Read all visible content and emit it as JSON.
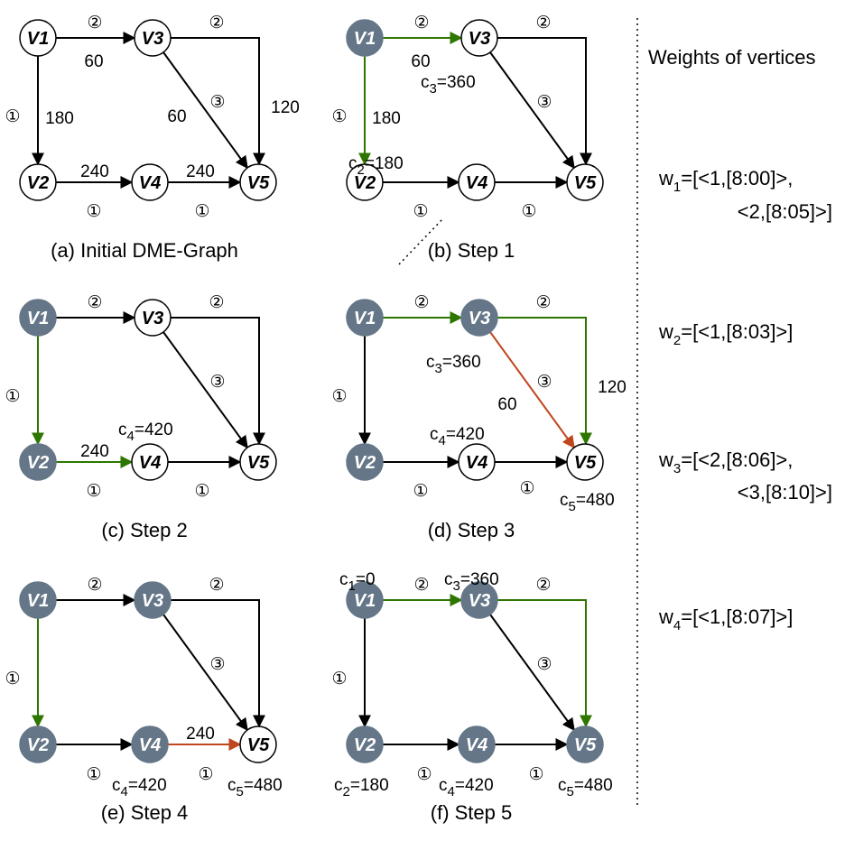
{
  "weights_title": "Weights of vertices",
  "weights": [
    {
      "w": "w",
      "sub": "1",
      "line1": "=[<1,[8:00]>,",
      "line2": "<2,[8:05]>]"
    },
    {
      "w": "w",
      "sub": "2",
      "line1": "=[<1,[8:03]>]",
      "line2": ""
    },
    {
      "w": "w",
      "sub": "3",
      "line1": "=[<2,[8:06]>,",
      "line2": "<3,[8:10]>]"
    },
    {
      "w": "w",
      "sub": "4",
      "line1": "=[<1,[8:07]>]",
      "line2": ""
    }
  ],
  "colors": {
    "visited": "#647687",
    "green": "#2d7600",
    "red": "#c0461c",
    "black": "#000000",
    "white": "#ffffff"
  },
  "panels": [
    {
      "id": "a",
      "caption": "(a) Initial DME-Graph",
      "visited": [],
      "edge_colors": {
        "v1v3": "black",
        "v1v2": "black",
        "v3v5": "black",
        "v3v5top": "black",
        "v2v4": "black",
        "v4v5": "black"
      },
      "labels": [
        {
          "id": "e13-circle",
          "text": "②",
          "anchor": "v1v3-above"
        },
        {
          "id": "e13-weight",
          "text": "60",
          "anchor": "v1v3-below"
        },
        {
          "id": "e12-circle",
          "text": "①",
          "anchor": "v1v2-left"
        },
        {
          "id": "e12-weight",
          "text": "180",
          "anchor": "v1v2-right"
        },
        {
          "id": "e35top-circle",
          "text": "②",
          "anchor": "top-above"
        },
        {
          "id": "e35top-weight",
          "text": "120",
          "anchor": "top-right"
        },
        {
          "id": "e35diag-circle",
          "text": "③",
          "anchor": "diag-right"
        },
        {
          "id": "e35diag-weight",
          "text": "60",
          "anchor": "diag-left"
        },
        {
          "id": "e24-weight",
          "text": "240",
          "anchor": "v2v4-above"
        },
        {
          "id": "e24-circle",
          "text": "①",
          "anchor": "v2v4-below"
        },
        {
          "id": "e45-weight",
          "text": "240",
          "anchor": "v4v5-above"
        },
        {
          "id": "e45-circle",
          "text": "①",
          "anchor": "v4v5-below"
        }
      ]
    },
    {
      "id": "b",
      "caption": "(b) Step 1",
      "visited": [
        "V1"
      ],
      "edge_colors": {
        "v1v3": "green",
        "v1v2": "green",
        "v3v5": "black",
        "v3v5top": "black",
        "v2v4": "black",
        "v4v5": "black"
      },
      "labels": [
        {
          "id": "e13-circle",
          "text": "②",
          "anchor": "v1v3-above"
        },
        {
          "id": "e13-weight",
          "text": "60",
          "anchor": "v1v3-below"
        },
        {
          "id": "c3",
          "text": "c",
          "sub": "3",
          "rest": "=360",
          "anchor": "c3-b"
        },
        {
          "id": "e12-circle",
          "text": "①",
          "anchor": "v1v2-left"
        },
        {
          "id": "e12-weight",
          "text": "180",
          "anchor": "v1v2-right"
        },
        {
          "id": "c2",
          "text": "c",
          "sub": "2",
          "rest": "=180",
          "anchor": "c2-b"
        },
        {
          "id": "e35top-circle",
          "text": "②",
          "anchor": "top-above"
        },
        {
          "id": "e35diag-circle",
          "text": "③",
          "anchor": "diag-right"
        },
        {
          "id": "e24-circle",
          "text": "①",
          "anchor": "v2v4-below"
        },
        {
          "id": "e45-circle",
          "text": "①",
          "anchor": "v4v5-below"
        }
      ]
    },
    {
      "id": "c",
      "caption": "(c) Step 2",
      "visited": [
        "V1",
        "V2"
      ],
      "edge_colors": {
        "v1v3": "black",
        "v1v2": "green",
        "v3v5": "black",
        "v3v5top": "black",
        "v2v4": "green",
        "v4v5": "black"
      },
      "labels": [
        {
          "id": "e13-circle",
          "text": "②",
          "anchor": "v1v3-above"
        },
        {
          "id": "e12-circle",
          "text": "①",
          "anchor": "v1v2-left"
        },
        {
          "id": "e35top-circle",
          "text": "②",
          "anchor": "top-above"
        },
        {
          "id": "e35diag-circle",
          "text": "③",
          "anchor": "diag-right"
        },
        {
          "id": "c4",
          "text": "c",
          "sub": "4",
          "rest": "=420",
          "anchor": "c4-c"
        },
        {
          "id": "e24-weight",
          "text": "240",
          "anchor": "v2v4-above"
        },
        {
          "id": "e24-circle",
          "text": "①",
          "anchor": "v2v4-below"
        },
        {
          "id": "e45-circle",
          "text": "①",
          "anchor": "v4v5-below"
        }
      ]
    },
    {
      "id": "d",
      "caption": "(d) Step 3",
      "visited": [
        "V1",
        "V2",
        "V3"
      ],
      "edge_colors": {
        "v1v3": "green",
        "v1v2": "black",
        "v3v5": "red",
        "v3v5top": "green",
        "v2v4": "black",
        "v4v5": "black"
      },
      "labels": [
        {
          "id": "e13-circle",
          "text": "②",
          "anchor": "v1v3-above"
        },
        {
          "id": "c3",
          "text": "c",
          "sub": "3",
          "rest": "=360",
          "anchor": "c3-d"
        },
        {
          "id": "e12-circle",
          "text": "①",
          "anchor": "v1v2-left"
        },
        {
          "id": "e35top-circle",
          "text": "②",
          "anchor": "top-above"
        },
        {
          "id": "e35top-weight",
          "text": "120",
          "anchor": "top-right"
        },
        {
          "id": "e35diag-circle",
          "text": "③",
          "anchor": "diag-right"
        },
        {
          "id": "e35diag-weight",
          "text": "60",
          "anchor": "diag-left-d"
        },
        {
          "id": "c4",
          "text": "c",
          "sub": "4",
          "rest": "=420",
          "anchor": "c4-d"
        },
        {
          "id": "e24-circle",
          "text": "①",
          "anchor": "v2v4-below"
        },
        {
          "id": "e45-circle",
          "text": "①",
          "anchor": "v4v5-below-d"
        },
        {
          "id": "c5",
          "text": "c",
          "sub": "5",
          "rest": "=480",
          "anchor": "c5-d"
        }
      ]
    },
    {
      "id": "e",
      "caption": "(e) Step 4",
      "visited": [
        "V1",
        "V2",
        "V3",
        "V4"
      ],
      "edge_colors": {
        "v1v3": "black",
        "v1v2": "green",
        "v3v5": "black",
        "v3v5top": "black",
        "v2v4": "black",
        "v4v5": "red"
      },
      "labels": [
        {
          "id": "e13-circle",
          "text": "②",
          "anchor": "v1v3-above"
        },
        {
          "id": "e12-circle",
          "text": "①",
          "anchor": "v1v2-left"
        },
        {
          "id": "e35top-circle",
          "text": "②",
          "anchor": "top-above"
        },
        {
          "id": "e35diag-circle",
          "text": "③",
          "anchor": "diag-right"
        },
        {
          "id": "e45-weight",
          "text": "240",
          "anchor": "v4v5-above"
        },
        {
          "id": "e24-circle",
          "text": "①",
          "anchor": "v2v4-below-e"
        },
        {
          "id": "c4",
          "text": "c",
          "sub": "4",
          "rest": "=420",
          "anchor": "c4-e"
        },
        {
          "id": "e45-circle",
          "text": "①",
          "anchor": "v4v5-below-e"
        },
        {
          "id": "c5",
          "text": "c",
          "sub": "5",
          "rest": "=480",
          "anchor": "c5-e"
        }
      ]
    },
    {
      "id": "f",
      "caption": "(f) Step 5",
      "visited": [
        "V1",
        "V2",
        "V3",
        "V4",
        "V5"
      ],
      "edge_colors": {
        "v1v3": "green",
        "v1v2": "black",
        "v3v5": "black",
        "v3v5top": "green",
        "v2v4": "black",
        "v4v5": "black"
      },
      "labels": [
        {
          "id": "c1",
          "text": "c",
          "sub": "1",
          "rest": "=0",
          "anchor": "c1-f"
        },
        {
          "id": "e13-circle",
          "text": "②",
          "anchor": "v1v3-above"
        },
        {
          "id": "c3",
          "text": "c",
          "sub": "3",
          "rest": "=360",
          "anchor": "c3-f"
        },
        {
          "id": "e12-circle",
          "text": "①",
          "anchor": "v1v2-left"
        },
        {
          "id": "e35top-circle",
          "text": "②",
          "anchor": "top-above"
        },
        {
          "id": "e35diag-circle",
          "text": "③",
          "anchor": "diag-right"
        },
        {
          "id": "c2",
          "text": "c",
          "sub": "2",
          "rest": "=180",
          "anchor": "c2-f"
        },
        {
          "id": "e24-circle",
          "text": "①",
          "anchor": "v2v4-below-f"
        },
        {
          "id": "c4",
          "text": "c",
          "sub": "4",
          "rest": "=420",
          "anchor": "c4-f"
        },
        {
          "id": "e45-circle",
          "text": "①",
          "anchor": "v4v5-below-f"
        },
        {
          "id": "c5",
          "text": "c",
          "sub": "5",
          "rest": "=480",
          "anchor": "c5-f"
        }
      ]
    }
  ]
}
